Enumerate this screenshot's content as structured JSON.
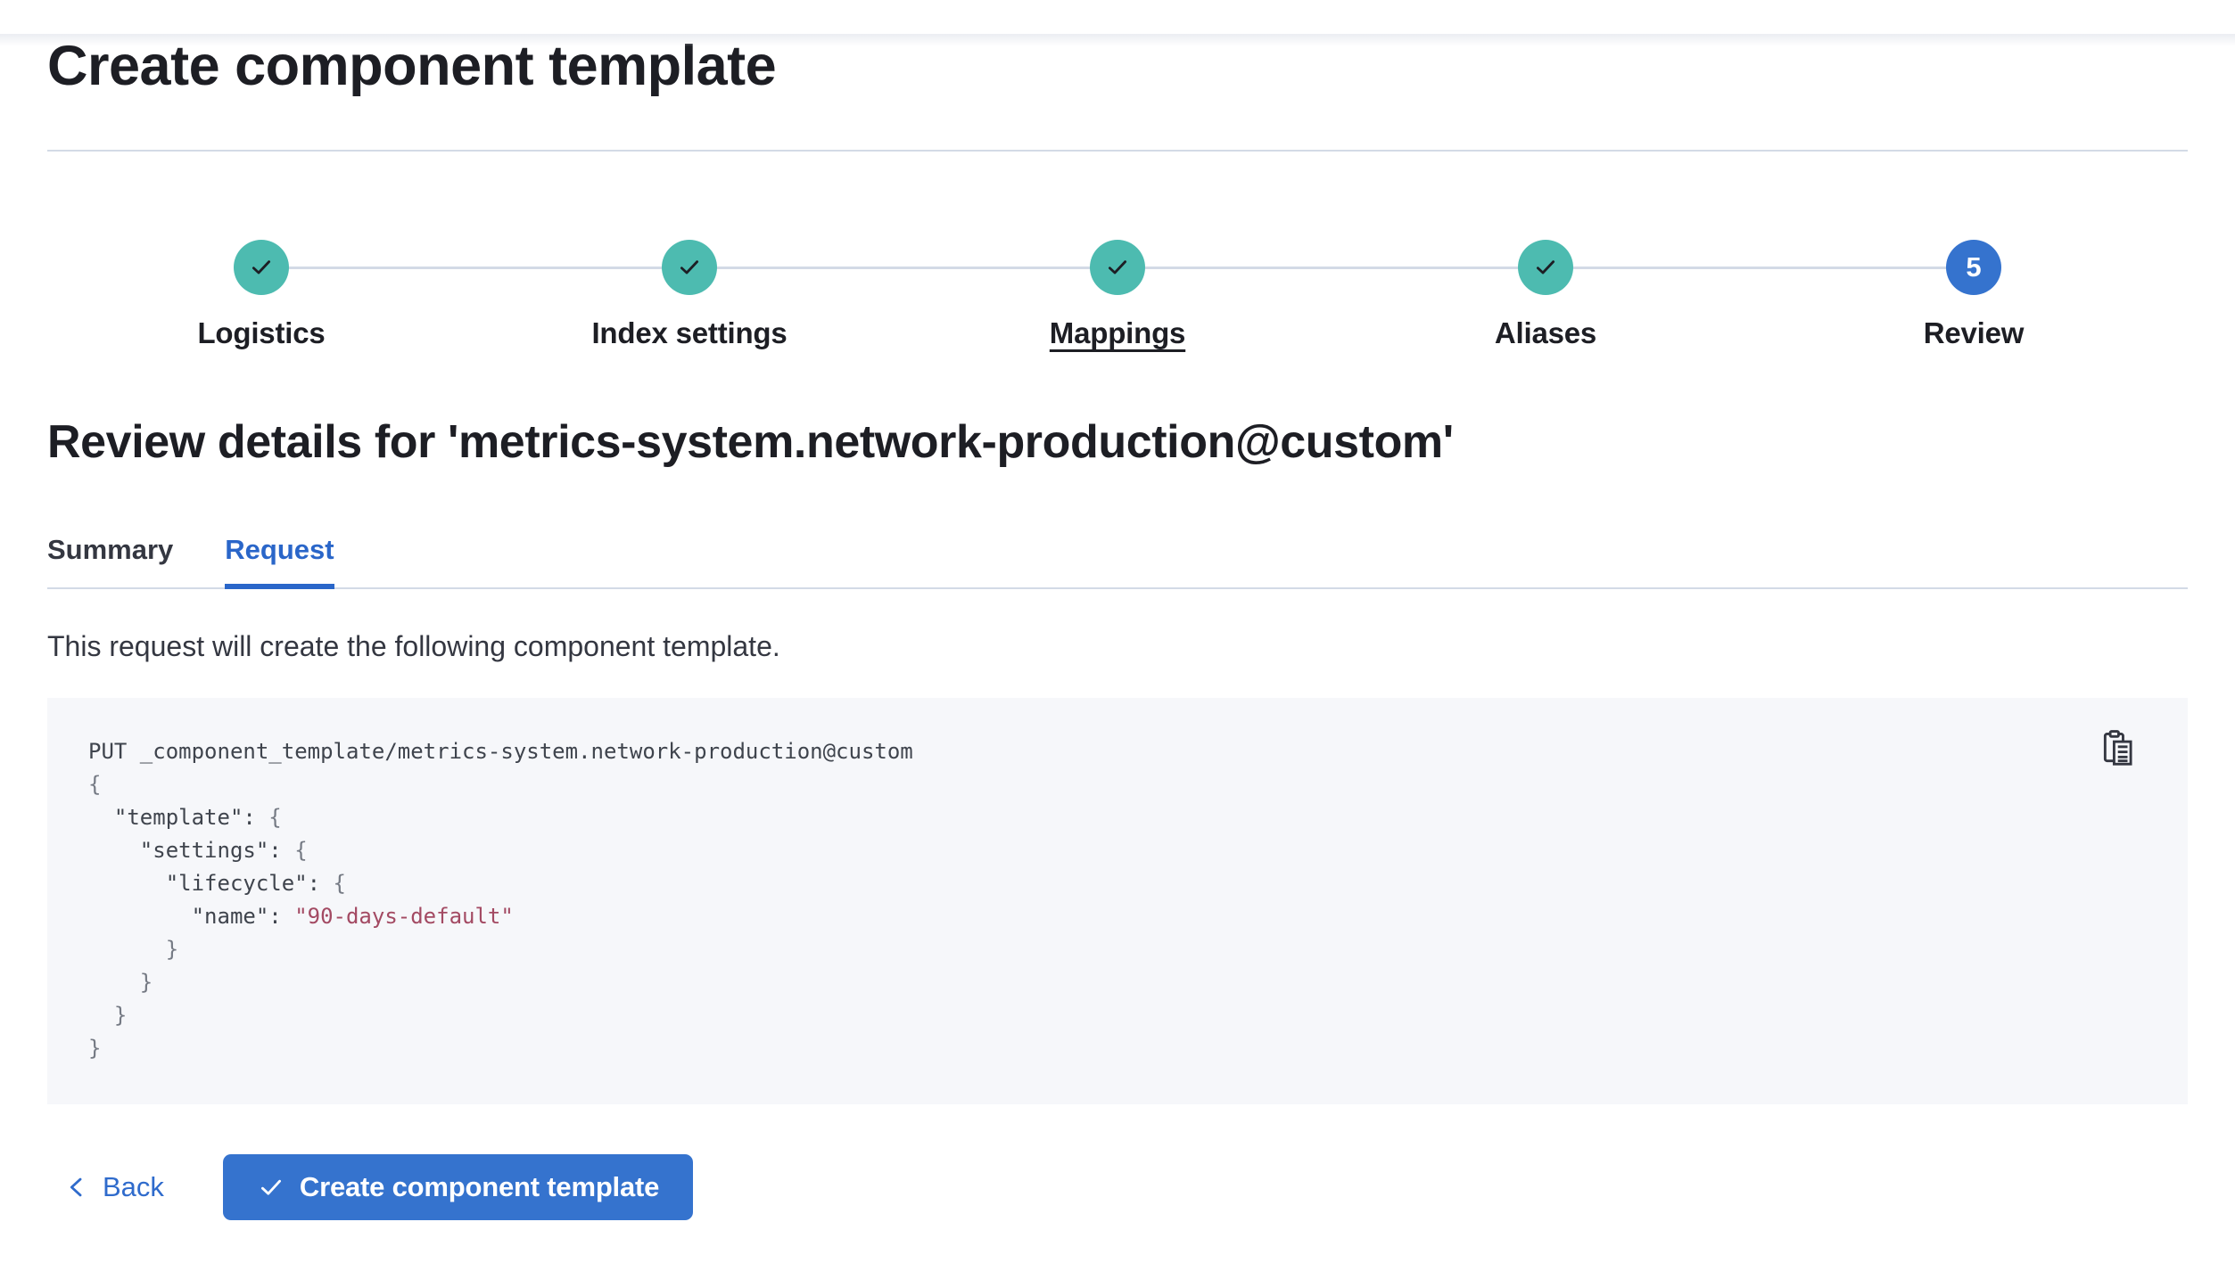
{
  "header": {
    "title": "Create component template"
  },
  "stepper": {
    "steps": [
      {
        "label": "Logistics",
        "status": "complete",
        "underlined": false
      },
      {
        "label": "Index settings",
        "status": "complete",
        "underlined": false
      },
      {
        "label": "Mappings",
        "status": "complete",
        "underlined": true
      },
      {
        "label": "Aliases",
        "status": "complete",
        "underlined": false
      },
      {
        "label": "Review",
        "status": "current",
        "underlined": false,
        "number": "5"
      }
    ]
  },
  "review": {
    "heading": "Review details for 'metrics-system.network-production@custom'",
    "tabs": [
      {
        "label": "Summary",
        "active": false
      },
      {
        "label": "Request",
        "active": true
      }
    ],
    "description": "This request will create the following component template."
  },
  "code": {
    "copy_icon": "copy-clipboard-icon",
    "lines": [
      [
        [
          "plain",
          "PUT _component_template/metrics-system.network-production@custom"
        ]
      ],
      [
        [
          "punct",
          "{"
        ]
      ],
      [
        [
          "plain",
          "  \"template\": "
        ],
        [
          "punct",
          "{"
        ]
      ],
      [
        [
          "plain",
          "    \"settings\": "
        ],
        [
          "punct",
          "{"
        ]
      ],
      [
        [
          "plain",
          "      \"lifecycle\": "
        ],
        [
          "punct",
          "{"
        ]
      ],
      [
        [
          "plain",
          "        \"name\": "
        ],
        [
          "string",
          "\"90-days-default\""
        ]
      ],
      [
        [
          "punct",
          "      }"
        ]
      ],
      [
        [
          "punct",
          "    }"
        ]
      ],
      [
        [
          "punct",
          "  }"
        ]
      ],
      [
        [
          "punct",
          "}"
        ]
      ]
    ]
  },
  "footer": {
    "back_label": "Back",
    "submit_label": "Create component template"
  },
  "colors": {
    "accent_blue": "#3573ce",
    "link_blue": "#2a66c9",
    "step_complete_teal": "#4dbbb0",
    "divider_gray": "#d3dae6",
    "code_background": "#f6f7fa",
    "code_string_rose": "#a34a63",
    "code_text_gray": "#3f444d",
    "code_punct_gray": "#757a84",
    "heading_text": "#1d1e24"
  }
}
